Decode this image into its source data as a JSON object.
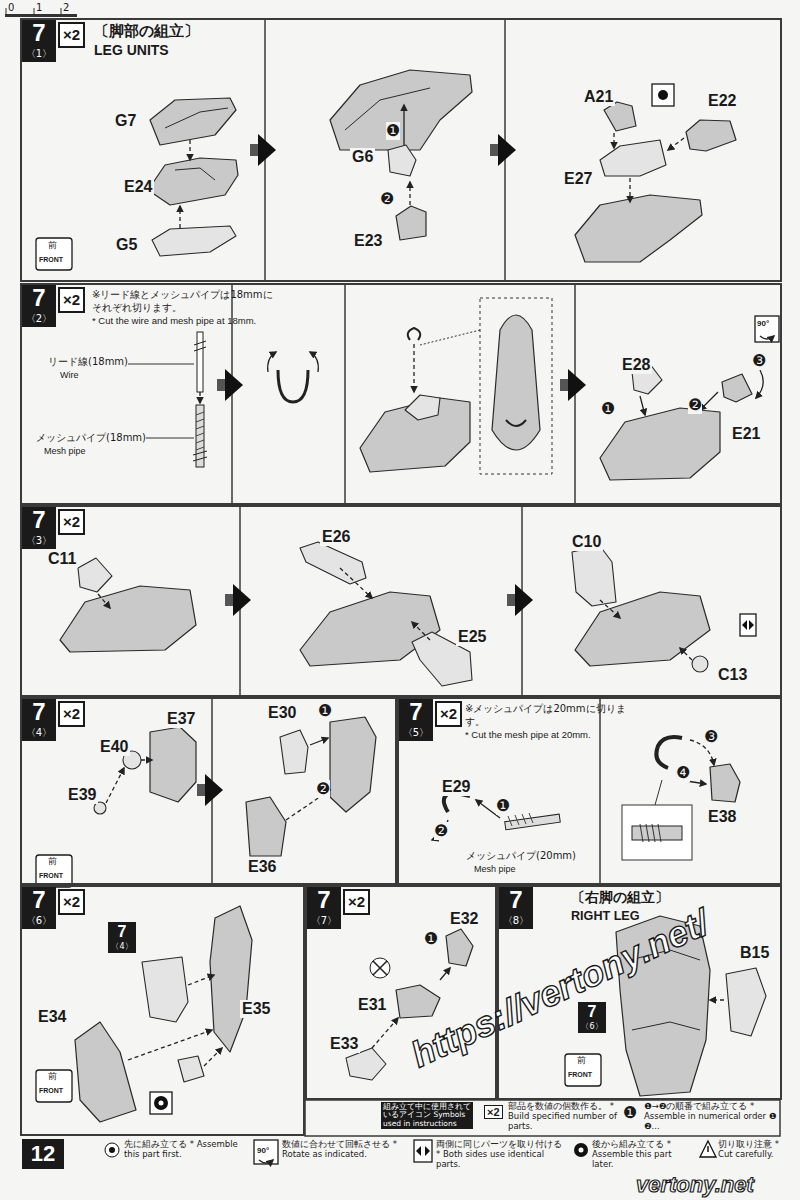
{
  "diagram": {
    "nodes": [
      {
        "text": [
          "7",
          "×2",
          "〈1〉",
          "〔脚部の組立〕",
          "LEG UNITS"
        ]
      },
      {
        "text": [
          "7",
          "×2",
          "〈2〉",
          "※リード線とメッシュパイプは18mmにそれぞれ切ります。",
          "* Cut the wire and mesh pipe at 18mm."
        ]
      },
      {
        "text": [
          "7",
          "×2",
          "〈3〉"
        ]
      },
      {
        "text": [
          "7",
          "×2",
          "〈4〉"
        ]
      },
      {
        "text": [
          "7",
          "×2",
          "〈5〉",
          "※メッシュパイプは20mmに切ります。",
          "* Cut the mesh pipe at 20mm."
        ]
      },
      {
        "text": [
          "7",
          "×2",
          "〈6〉"
        ]
      },
      {
        "text": [
          "7",
          "×2",
          "〈7〉"
        ]
      },
      {
        "text": [
          "7",
          "〈8〉",
          "〔右脚の組立〕",
          "RIGHT LEG"
        ]
      }
    ],
    "labels": [
      "0",
      "1",
      "2",
      "G7",
      "E24",
      "前",
      "FRONT",
      "G5",
      "❶",
      "G6",
      "❷",
      "E23",
      "A21",
      "E22",
      "E27",
      "リード線(18mm)",
      "Wire",
      "メッシュパイプ(18mm)",
      "Mesh pipe",
      "90°",
      "E28",
      "❶",
      "❷",
      "❸",
      "E21",
      "C11",
      "E26",
      "E25",
      "C10",
      "C13",
      "E37",
      "E40",
      "E39",
      "前",
      "FRONT",
      "E30",
      "❶",
      "❷",
      "E36",
      "E29",
      "❶",
      "❷",
      "メッシュパイプ(20mm)",
      "Mesh pipe",
      "❸",
      "❹",
      "E38",
      "7",
      "〈4〉",
      "E35",
      "E34",
      "前",
      "FRONT",
      "E32",
      "❶",
      "E31",
      "E33",
      "B15",
      "7",
      "〈6〉",
      "前",
      "FRONT",
      "https://vertony.net/",
      "組み立て中に使用されているアイコン Symbols used in instructions",
      "×2",
      "❶",
      "90°",
      "12",
      "vertony.net"
    ],
    "legend": [
      {
        "text": "部品を数値の個数作る。 * Build specified number of parts."
      },
      {
        "text": "❶→❷の順番で組み立てる * Assemble in numerical order ❶ ❷..."
      },
      {
        "text": "先に組み立てる * Assemble this part first."
      },
      {
        "text": "数値に合わせて回転させる * Rotate as indicated."
      },
      {
        "text": "両側に同じパーツを取り付ける * Both sides use identical parts."
      },
      {
        "text": "後から組み立てる * Assemble this part later."
      },
      {
        "text": "切り取り注意 * Cut carefully."
      }
    ]
  }
}
